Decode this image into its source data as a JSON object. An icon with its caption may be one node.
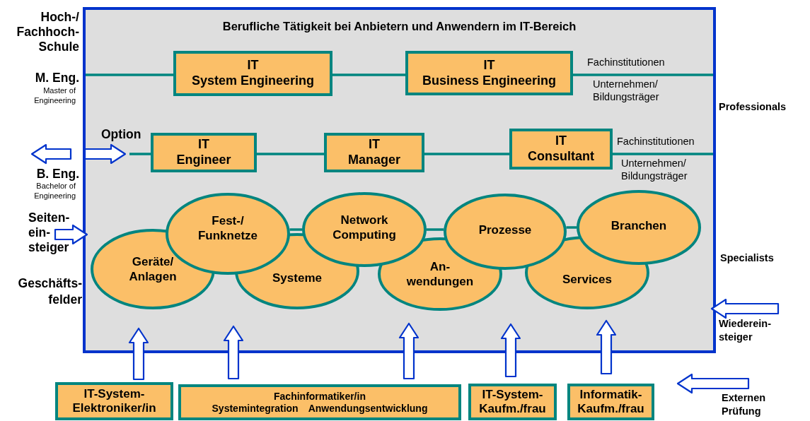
{
  "diagram": {
    "nodes": [
      {
        "text": [
          "Berufliche Tätigkeit bei Anbietern und Anwendern im IT-Bereich"
        ]
      },
      {
        "text": [
          "IT",
          "System Engineering"
        ],
        "in": 0
      },
      {
        "text": [
          "IT",
          "Business Engineering"
        ],
        "in": 0
      },
      {
        "text": [
          "IT",
          "Engineer"
        ],
        "in": 0
      },
      {
        "text": [
          "IT",
          "Manager"
        ],
        "in": 0
      },
      {
        "text": [
          "IT",
          "Consultant"
        ],
        "in": 0
      },
      {
        "text": [
          "Geräte/ Anlagen"
        ],
        "in": 0
      },
      {
        "text": [
          "Fest-/ Funknetze"
        ],
        "in": 0
      },
      {
        "text": [
          "Systeme"
        ],
        "in": 0
      },
      {
        "text": [
          "Network Computing"
        ],
        "in": 0
      },
      {
        "text": [
          "An- wendungen"
        ],
        "in": 0
      },
      {
        "text": [
          "Prozesse"
        ],
        "in": 0
      },
      {
        "text": [
          "Services"
        ],
        "in": 0
      },
      {
        "text": [
          "Branchen"
        ],
        "in": 0
      },
      {
        "text": [
          "IT-System- Elektroniker/in"
        ]
      },
      {
        "text": [
          "Fachinformatiker/in",
          "Systemintegration",
          "Anwendungsentwicklung"
        ]
      },
      {
        "text": [
          "IT-System- Kaufm./frau"
        ]
      },
      {
        "text": [
          "Informatik- Kaufm./frau"
        ]
      }
    ],
    "edges": [
      {
        "from": null,
        "to": 1,
        "arrow": "none"
      },
      {
        "from": 1,
        "to": 2,
        "arrow": "none"
      },
      {
        "from": 2,
        "to": null,
        "arrow": "none"
      },
      {
        "from": null,
        "to": 3,
        "arrow": "none"
      },
      {
        "from": 3,
        "to": 4,
        "arrow": "none"
      },
      {
        "from": 4,
        "to": 5,
        "arrow": "none"
      },
      {
        "from": 5,
        "to": null,
        "arrow": "none"
      },
      {
        "from": 7,
        "to": 9,
        "arrow": "none"
      },
      {
        "from": 9,
        "to": 11,
        "arrow": "none"
      },
      {
        "from": 11,
        "to": 13,
        "arrow": "none"
      },
      {
        "from": null,
        "to": 0,
        "arrow": "to",
        "style": "thick",
        "color": "#0033cc"
      },
      {
        "from": null,
        "to": 0,
        "arrow": "to",
        "style": "thick",
        "color": "#0033cc"
      },
      {
        "from": 14,
        "to": 0,
        "arrow": "to",
        "style": "thick",
        "color": "#0033cc"
      },
      {
        "from": 15,
        "to": 0,
        "arrow": "to",
        "style": "thick",
        "color": "#0033cc"
      },
      {
        "from": 15,
        "to": 0,
        "arrow": "to",
        "style": "thick",
        "color": "#0033cc"
      },
      {
        "from": 16,
        "to": 0,
        "arrow": "to",
        "style": "thick",
        "color": "#0033cc"
      },
      {
        "from": 17,
        "to": 0,
        "arrow": "to",
        "style": "thick",
        "color": "#0033cc"
      }
    ],
    "labels": [
      "Hoch-/ Fachhoch- Schule",
      "M. Eng.",
      "Master of Engineering",
      "Option",
      "B. Eng.",
      "Bachelor of Engineering",
      "Seiten- ein- steiger",
      "Geschäfts- felder",
      "Fachinstitutionen",
      "Unternehmen/ Bildungsträger",
      "Professionals",
      "Fachinstitutionen",
      "Unternehmen/ Bildungsträger",
      "Specialists",
      "Wiederein- steiger",
      "Externen Prüfung"
    ]
  }
}
